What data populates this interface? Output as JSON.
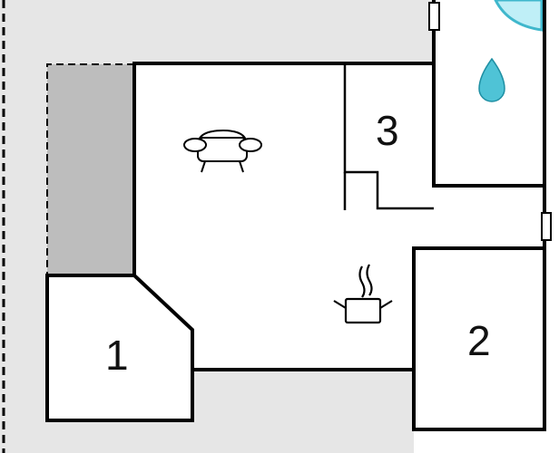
{
  "floorplan": {
    "rooms": [
      {
        "id": "room-1",
        "label": "1"
      },
      {
        "id": "room-2",
        "label": "2"
      },
      {
        "id": "room-3",
        "label": "3"
      }
    ],
    "icons": [
      "sofa-icon",
      "cooking-pot-icon",
      "water-drop-icon",
      "swimming-pool-icon",
      "window-icon"
    ],
    "colors": {
      "ground": "#e6e6e6",
      "floor": "#ffffff",
      "terrace": "#bdbdbd",
      "wall": "#000000",
      "water": "#4fc3d6",
      "water_fill": "#bfeff7"
    }
  }
}
